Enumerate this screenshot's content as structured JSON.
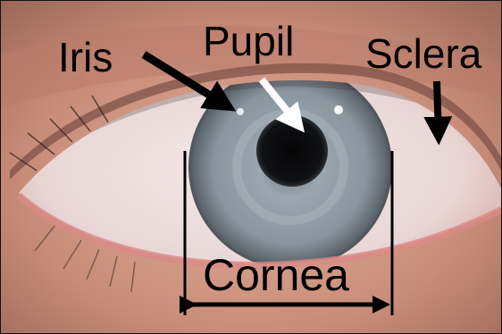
{
  "labels": {
    "iris": "Iris",
    "pupil": "Pupil",
    "sclera": "Sclera",
    "cornea": "Cornea"
  },
  "colors": {
    "skin": "#c98f7c",
    "sclera": "#eadfe0",
    "iris": "#8e9aa3",
    "pupil": "#0b0b0d",
    "label_text": "#000000",
    "pupil_arrow": "#ffffff",
    "annotation_arrows": "#000000"
  }
}
